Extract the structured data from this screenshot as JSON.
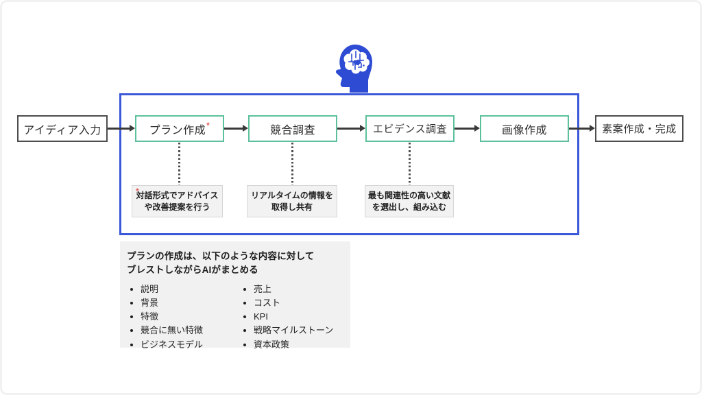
{
  "diagram": {
    "ai_icon": "brain-circuit-head",
    "input_box": {
      "label": "アイディア入力"
    },
    "steps": [
      {
        "label": "プラン作成",
        "note_mark": "*"
      },
      {
        "label": "競合調査"
      },
      {
        "label": "エビデンス調査"
      },
      {
        "label": "画像作成"
      }
    ],
    "output_box": {
      "label": "素案作成・完成"
    },
    "notes": [
      {
        "mark": "*",
        "line1": "対話形式でアドバイス",
        "line2": "や改善提案を行う"
      },
      {
        "line1": "リアルタイムの情報を",
        "line2": "取得し共有"
      },
      {
        "line1": "最も関連性の高い文献",
        "line2": "を選出し、組み込む"
      }
    ],
    "panel": {
      "heading_line1": "プランの作成は、以下のような内容に対して",
      "heading_line2": "ブレストしながらAIがまとめる",
      "bullets_left": [
        "説明",
        "背景",
        "特徴",
        "競合に無い特徴",
        "ビジネスモデル"
      ],
      "bullets_right": [
        "売上",
        "コスト",
        "KPI",
        "戦略マイルストーン",
        "資本政策"
      ]
    },
    "colors": {
      "step_border_green": "#5cc19b",
      "io_border_dark": "#4d4d4d",
      "ai_frame_blue": "#3b58d8",
      "brain_icon_blue": "#2e4bd3",
      "note_bg": "#f2f2f2",
      "panel_bg": "#f1f1f1",
      "asterisk_red": "#e05e5e",
      "arrow_dark": "#3a3a3a"
    }
  }
}
